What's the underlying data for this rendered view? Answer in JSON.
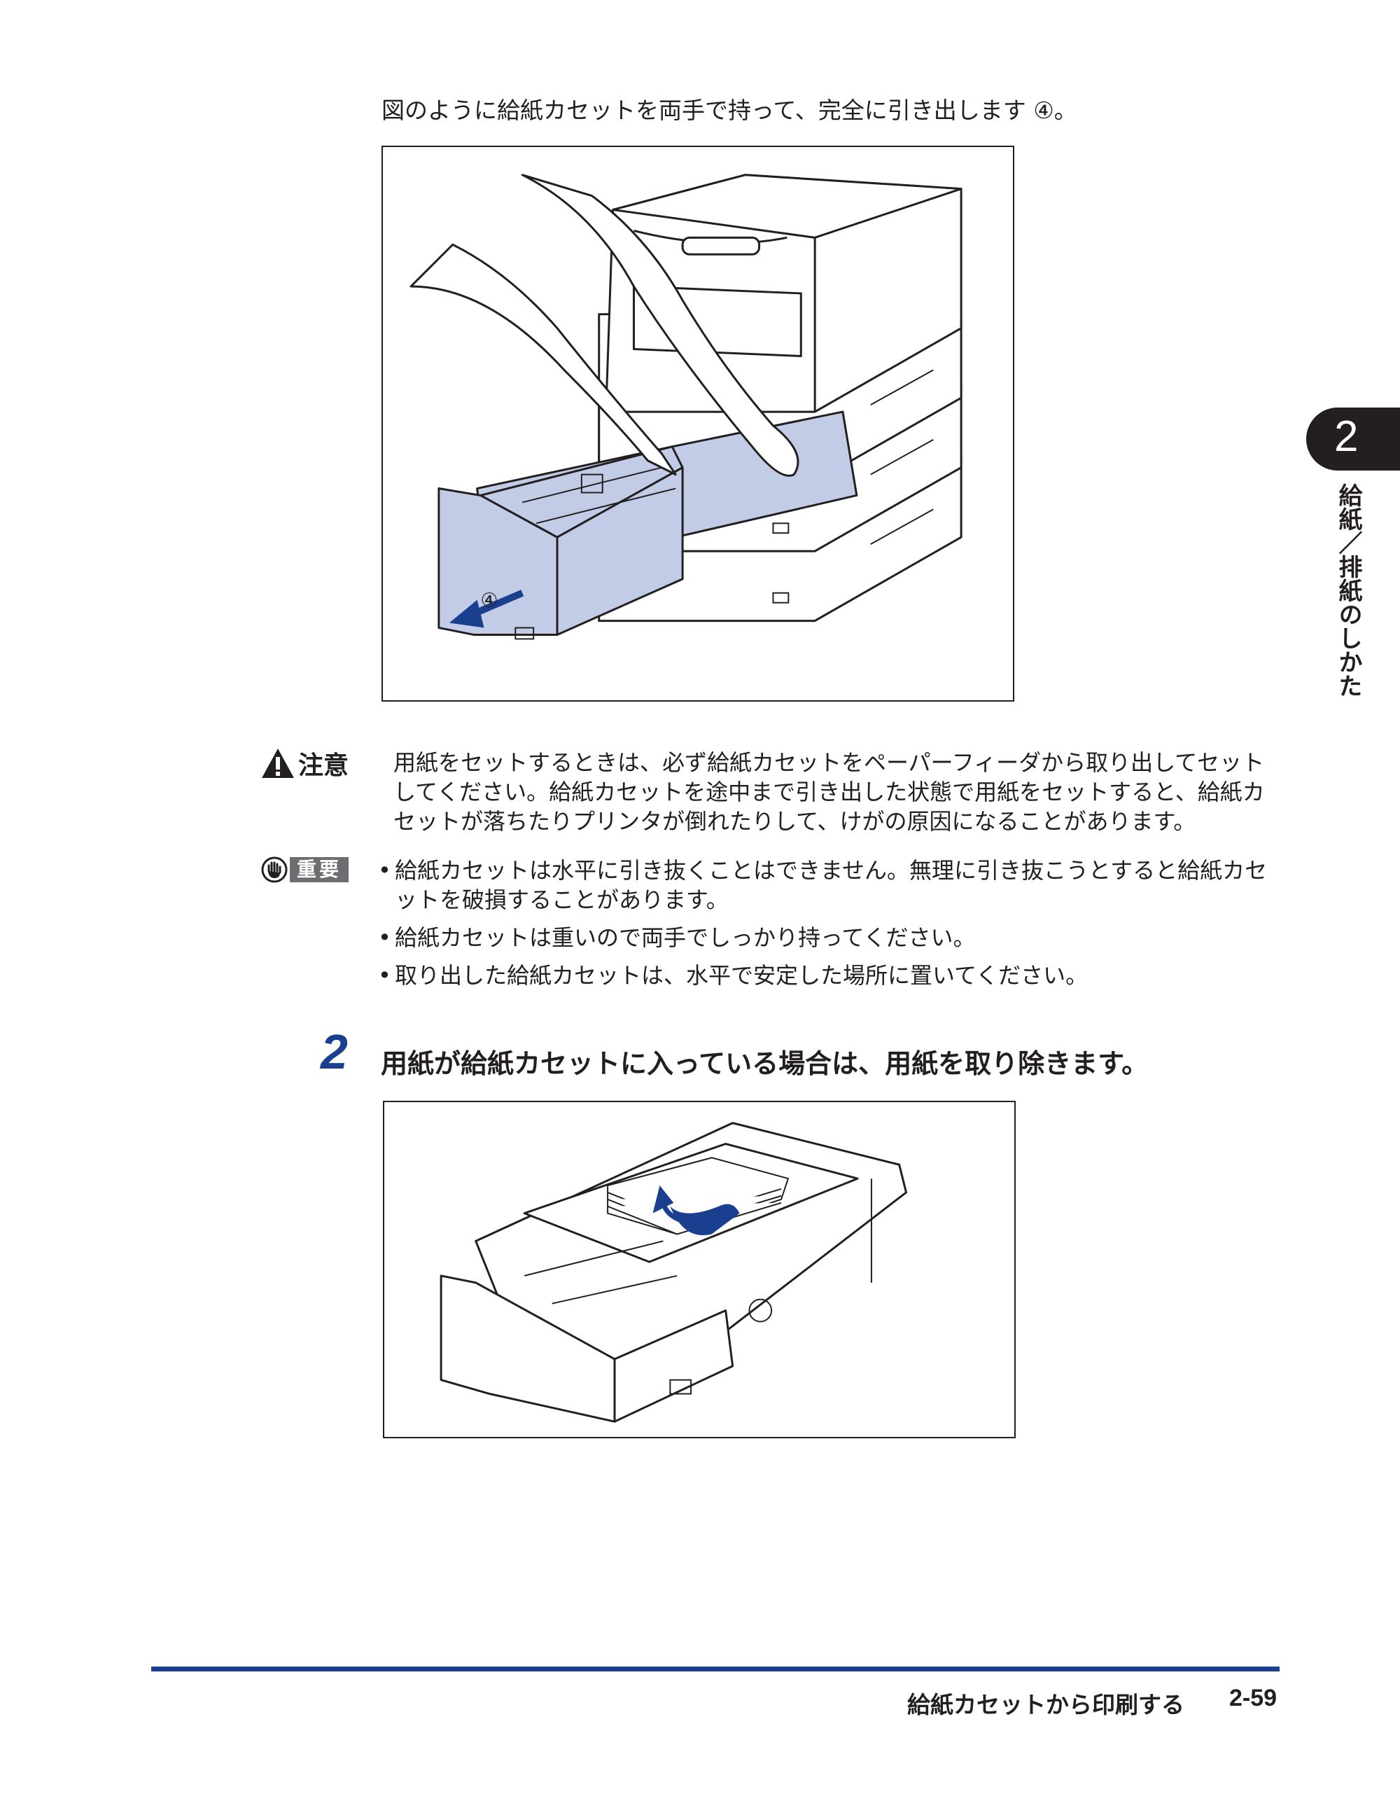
{
  "intro_text": "図のように給紙カセットを両手で持って、完全に引き出します ④。",
  "figure1": {
    "callout": "④"
  },
  "chapter": {
    "number": "2",
    "title": "給紙／排紙のしかた"
  },
  "caution": {
    "label": "注意",
    "text": "用紙をセットするときは、必ず給紙カセットをペーパーフィーダから取り出してセットしてください。給紙カセットを途中まで引き出した状態で用紙をセットすると、給紙カセットが落ちたりプリンタが倒れたりして、けがの原因になることがあります。"
  },
  "important": {
    "label": "重要",
    "items": [
      "給紙カセットは水平に引き抜くことはできません。無理に引き抜こうとすると給紙カセットを破損することがあります。",
      "給紙カセットは重いので両手でしっかり持ってください。",
      "取り出した給紙カセットは、水平で安定した場所に置いてください。"
    ]
  },
  "step": {
    "number": "2",
    "text": "用紙が給紙カセットに入っている場合は、用紙を取り除きます。"
  },
  "footer": {
    "section_title": "給紙カセットから印刷する",
    "page_number": "2-59"
  },
  "colors": {
    "accent": "#1b3f8f",
    "cassette_fill": "#c3cce6",
    "text": "#231f20"
  }
}
